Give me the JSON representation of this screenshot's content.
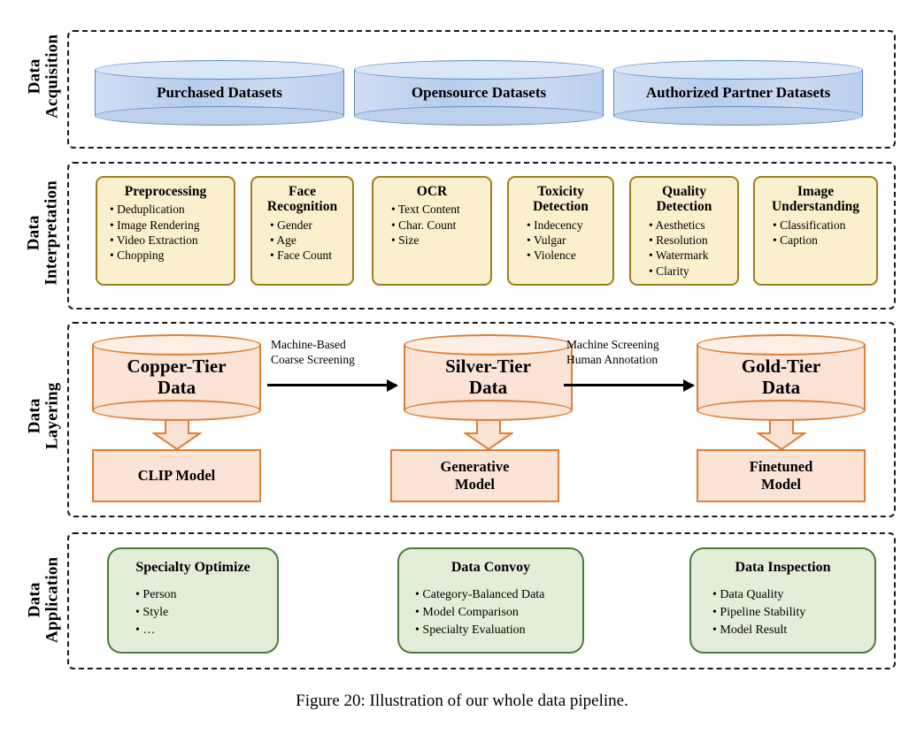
{
  "figure": {
    "caption": "Figure 20: Illustration of our whole data pipeline."
  },
  "rows": [
    {
      "label_line1": "Data",
      "label_line2": "Acquisition",
      "items": [
        {
          "name": "Purchased Datasets"
        },
        {
          "name": "Opensource Datasets"
        },
        {
          "name": "Authorized Partner Datasets"
        }
      ]
    },
    {
      "label_line1": "Data",
      "label_line2": "Interpretation",
      "cards": [
        {
          "title": "Preprocessing",
          "title2": "",
          "bullets": [
            "Deduplication",
            "Image Rendering",
            "Video Extraction",
            "Chopping"
          ]
        },
        {
          "title": "Face",
          "title2": "Recognition",
          "bullets": [
            "Gender",
            "Age",
            "Face Count"
          ]
        },
        {
          "title": "OCR",
          "title2": "",
          "bullets": [
            "Text Content",
            "Char. Count",
            "Size"
          ]
        },
        {
          "title": "Toxicity",
          "title2": "Detection",
          "bullets": [
            "Indecency",
            "Vulgar",
            "Violence"
          ]
        },
        {
          "title": "Quality",
          "title2": "Detection",
          "bullets": [
            "Aesthetics",
            "Resolution",
            "Watermark",
            "Clarity"
          ]
        },
        {
          "title": "Image",
          "title2": "Understanding",
          "bullets": [
            "Classification",
            "Caption"
          ]
        }
      ]
    },
    {
      "label_line1": "Data",
      "label_line2": "Layering",
      "tiers": [
        {
          "cyl_line1": "Copper-Tier",
          "cyl_line2": "Data",
          "model_line1": "CLIP Model",
          "model_line2": ""
        },
        {
          "cyl_line1": "Silver-Tier",
          "cyl_line2": "Data",
          "model_line1": "Generative",
          "model_line2": "Model"
        },
        {
          "cyl_line1": "Gold-Tier",
          "cyl_line2": "Data",
          "model_line1": "Finetuned",
          "model_line2": "Model"
        }
      ],
      "transitions": [
        {
          "line1": "Machine-Based",
          "line2": "Coarse Screening"
        },
        {
          "line1": "Machine Screening",
          "line2": "Human Annotation"
        }
      ]
    },
    {
      "label_line1": "Data",
      "label_line2": "Application",
      "cards": [
        {
          "title": "Specialty Optimize",
          "bullets": [
            "Person",
            "Style",
            "…"
          ]
        },
        {
          "title": "Data Convoy",
          "bullets": [
            "Category-Balanced Data",
            "Model Comparison",
            "Specialty Evaluation"
          ]
        },
        {
          "title": "Data Inspection",
          "bullets": [
            "Data Quality",
            "Pipeline Stability",
            "Model Result"
          ]
        }
      ]
    }
  ],
  "colors": {
    "acquisition_fill": "#bdd0ee",
    "acquisition_stroke": "#5b8bc8",
    "interpretation_fill": "#fbf0cd",
    "interpretation_stroke": "#a07d20",
    "layering_fill": "#fbe3d5",
    "layering_stroke": "#df7e35",
    "application_fill": "#e2eed7",
    "application_stroke": "#4c7a3c",
    "band_stroke": "#1a1a1a"
  }
}
